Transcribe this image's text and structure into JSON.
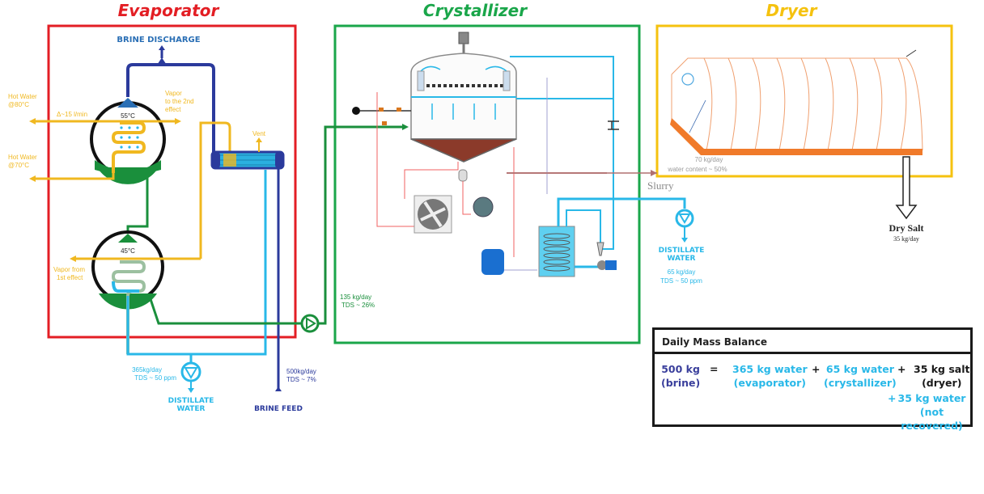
{
  "sections": {
    "evaporator": {
      "title": "Evaporator",
      "color": "#e31e24"
    },
    "crystallizer": {
      "title": "Crystallizer",
      "color": "#1aa64a"
    },
    "dryer": {
      "title": "Dryer",
      "color": "#f5c20f"
    }
  },
  "evaporator": {
    "brine_discharge": "BRINE DISCHARGE",
    "effect1_temp": "55°C",
    "effect2_temp": "45°C",
    "vapor_to_2nd": [
      "Vapor",
      "to the 2nd",
      "effect"
    ],
    "vapor_from_1st": [
      "Vapor from",
      "1st effect"
    ],
    "vent": "Vent",
    "hot_water_in": [
      "Hot Water",
      "@80°C"
    ],
    "hot_water_out": [
      "Hot Water",
      "@70°C"
    ],
    "delta_label": "Δ~15 l/min",
    "distillate_label": [
      "DISTILLATE",
      "WATER"
    ],
    "distillate_flow": [
      "365kg/day",
      "TDS ~ 50 ppm"
    ],
    "brine_feed_label": "BRINE FEED",
    "brine_feed_flow": [
      "500kg/day",
      "TDS ~ 7%"
    ]
  },
  "crystallizer": {
    "feed_flow": [
      "135 kg/day",
      "TDS ~ 26%"
    ],
    "distillate_label": [
      "DISTILLATE",
      "WATER"
    ],
    "distillate_flow": [
      "65 kg/day",
      "TDS ~ 50 ppm"
    ],
    "slurry_label": "Slurry"
  },
  "dryer": {
    "slurry_flow": [
      "70 kg/day",
      "water content ~ 50%"
    ],
    "output_label": "Dry Salt",
    "output_flow": "35 kg/day"
  },
  "mass_balance": {
    "title": "Daily Mass Balance",
    "input": {
      "value": "500 kg",
      "desc": "(brine)"
    },
    "equals": "=",
    "plus": "+",
    "outputs": [
      {
        "value": "365 kg water",
        "desc": "(evaporator)"
      },
      {
        "value": "65 kg water",
        "desc": "(crystallizer)"
      },
      {
        "value": "35 kg salt",
        "desc": "(dryer)"
      },
      {
        "value": "35 kg water",
        "desc": "(not recovered)"
      }
    ]
  },
  "colors": {
    "brine": "#2b3a9c",
    "distillate": "#29b8e8",
    "concentrate": "#1a8f3c",
    "hot_water": "#f0b820",
    "dryer_floor": "#f07a2a",
    "refrigerant": "#f06060"
  }
}
